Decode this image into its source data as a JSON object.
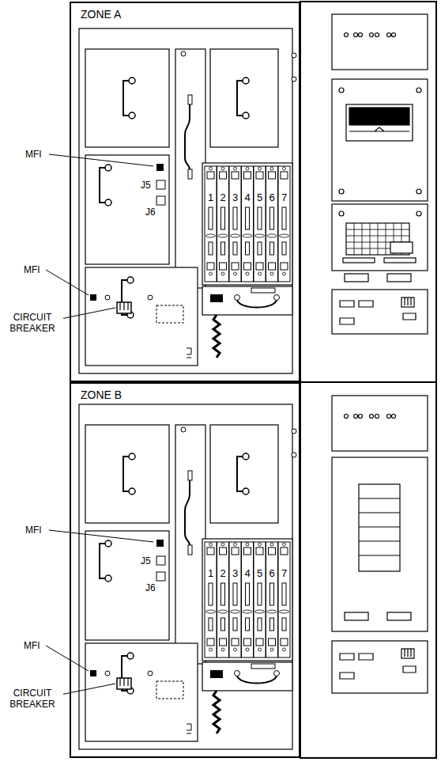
{
  "diagram": {
    "nodes": [
      {
        "text": [
          "ZONE A"
        ]
      },
      {
        "text": [
          "ZONE B"
        ]
      }
    ],
    "labels": [
      "MFI",
      "J5",
      "J6",
      "MFI",
      "CIRCUIT BREAKER",
      "1",
      "2",
      "3",
      "4",
      "5",
      "6",
      "7",
      "MFI",
      "J5",
      "J6",
      "MFI",
      "CIRCUIT BREAKER",
      "1",
      "2",
      "3",
      "4",
      "5",
      "6",
      "7"
    ]
  }
}
